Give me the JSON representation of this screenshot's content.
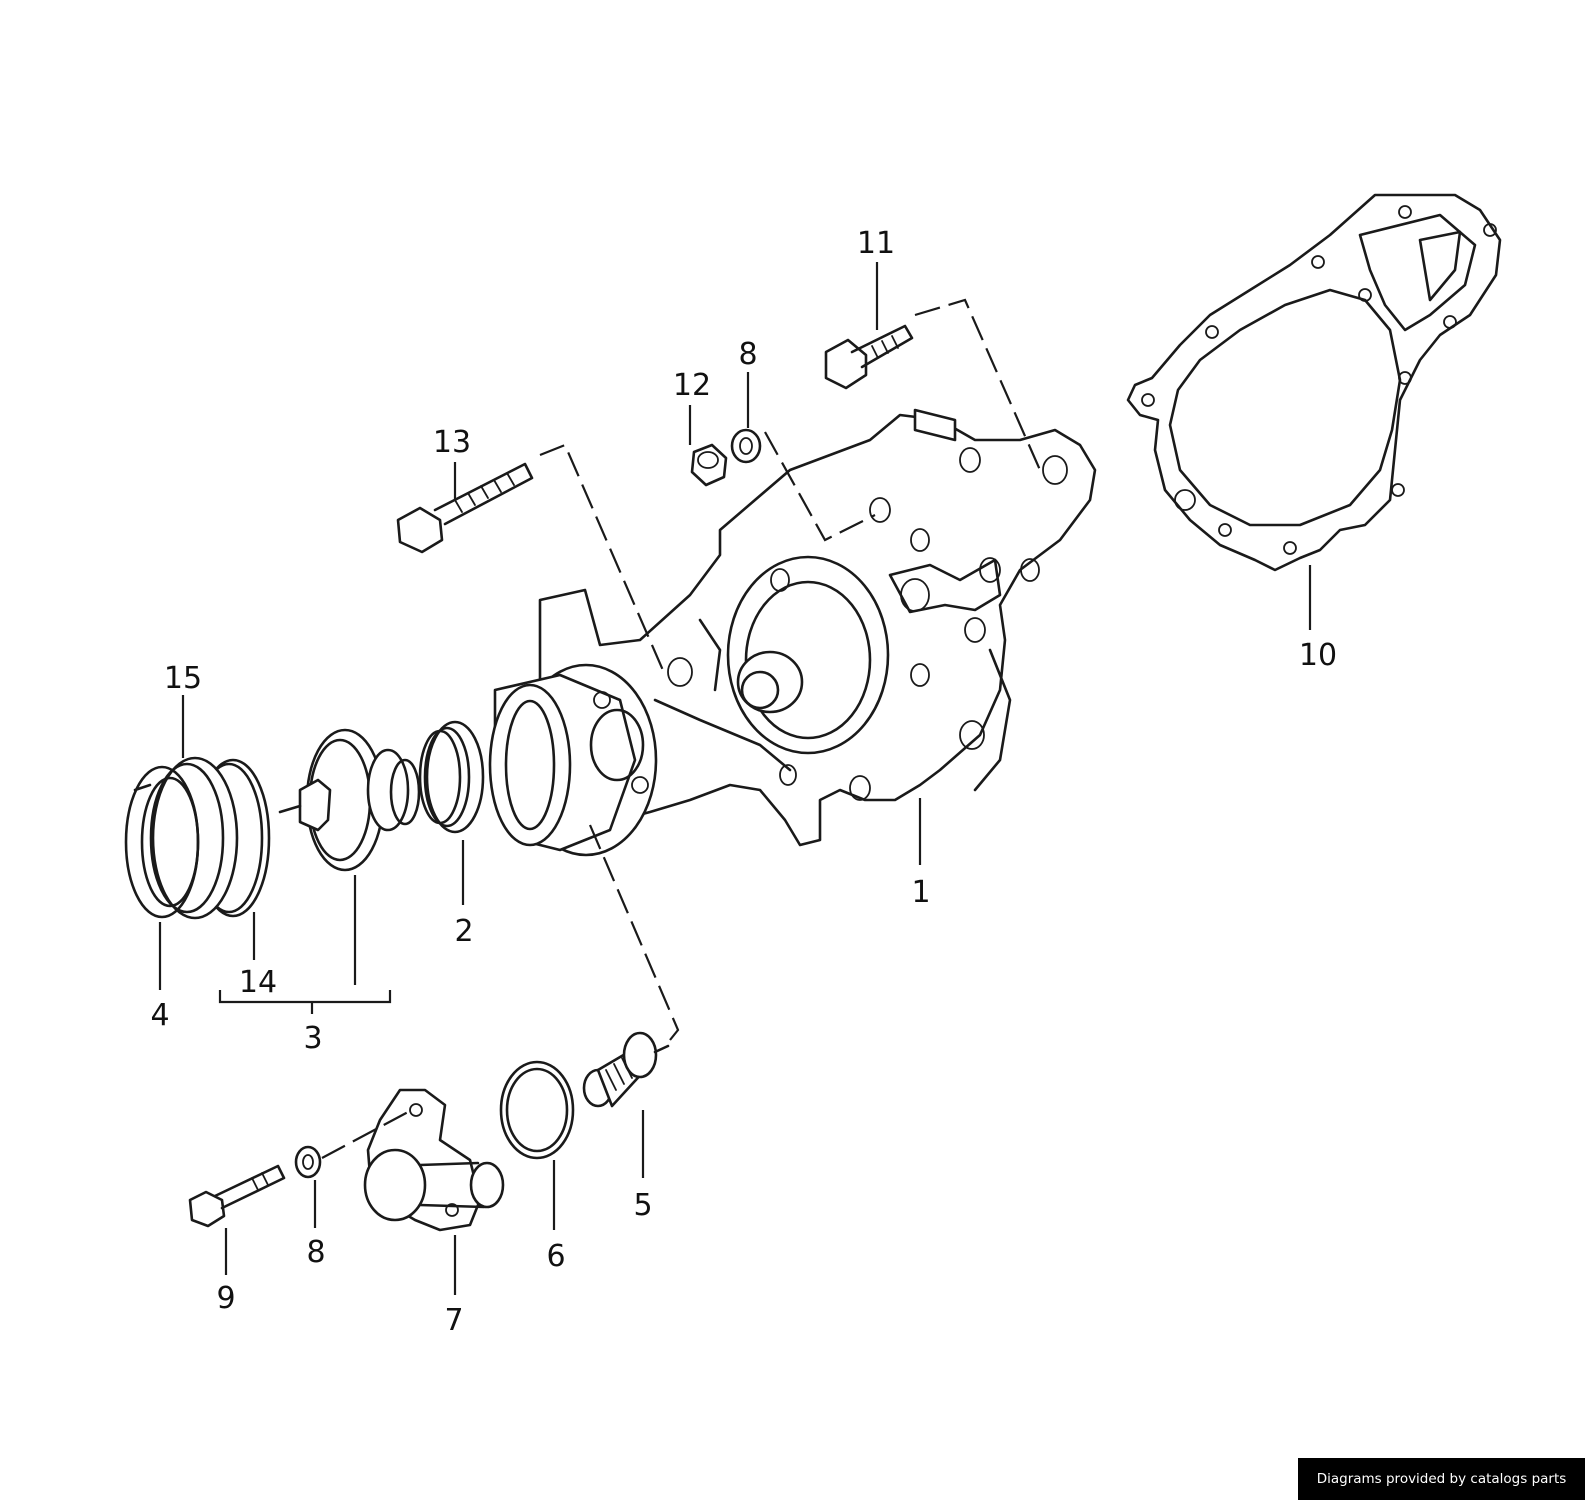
{
  "diagram": {
    "callouts": {
      "p1": "1",
      "p2": "2",
      "p3": "3",
      "p4": "4",
      "p5": "5",
      "p6": "6",
      "p7": "7",
      "p8a": "8",
      "p8b": "8",
      "p9": "9",
      "p10": "10",
      "p11": "11",
      "p12": "12",
      "p13": "13",
      "p14": "14",
      "p15": "15"
    }
  },
  "footer": {
    "credit": "Diagrams provided by catalogs parts"
  }
}
